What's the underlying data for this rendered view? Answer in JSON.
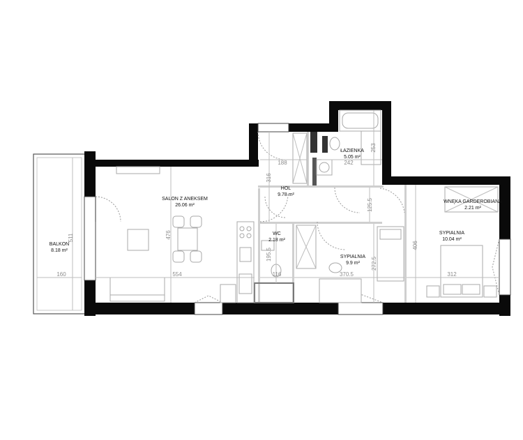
{
  "rooms": {
    "balkon": {
      "name": "BALKON",
      "area": "8.18 m²",
      "dim_vertical": "511",
      "dim_horizontal": "160"
    },
    "salon": {
      "name": "SALON Z ANEKSEM",
      "area": "26.06 m²",
      "dim_vertical": "476",
      "dim_horizontal": "554"
    },
    "lazienka": {
      "name": "ŁAZIENKA",
      "area": "5.05 m²",
      "dim_vertical": "253",
      "dim_horizontal": "242"
    },
    "hol": {
      "name": "HOL",
      "area": "9.78 m²",
      "dim_vertical": "316",
      "dim_horizontal": "188",
      "dim_vertical_2": "125.5"
    },
    "wc": {
      "name": "WC",
      "area": "2.18 m²",
      "dim_vertical": "195.5",
      "dim_horizontal": "116"
    },
    "sypialnia1": {
      "name": "SYPIALNIA",
      "area": "9.9 m²",
      "dim_vertical": "272.5",
      "dim_horizontal": "370.5"
    },
    "garderobiana": {
      "name": "WNĘKA GARDEROBIANA",
      "area": "2.21 m²"
    },
    "sypialnia2": {
      "name": "SYPIALNIA",
      "area": "10.04 m²",
      "dim_vertical": "406",
      "dim_horizontal": "312"
    }
  }
}
